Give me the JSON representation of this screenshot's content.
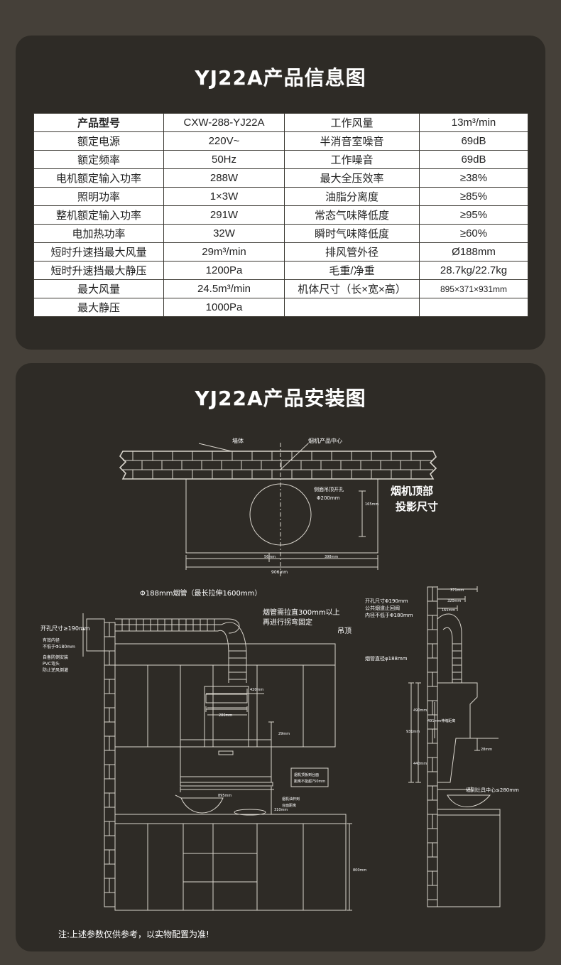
{
  "info": {
    "title": "YJ22A产品信息图",
    "table": [
      [
        "产品型号",
        "CXW-288-YJ22A",
        "工作风量",
        "13m³/min"
      ],
      [
        "额定电源",
        "220V~",
        "半消音室噪音",
        "69dB"
      ],
      [
        "额定频率",
        "50Hz",
        "工作噪音",
        "69dB"
      ],
      [
        "电机额定输入功率",
        "288W",
        "最大全压效率",
        "≥38%"
      ],
      [
        "照明功率",
        "1×3W",
        "油脂分离度",
        "≥85%"
      ],
      [
        "整机额定输入功率",
        "291W",
        "常态气味降低度",
        "≥95%"
      ],
      [
        "电加热功率",
        "32W",
        "瞬时气味降低度",
        "≥60%"
      ],
      [
        "短时升速挡最大风量",
        "29m³/min",
        "排风管外径",
        "Ø188mm"
      ],
      [
        "短时升速挡最大静压",
        "1200Pa",
        "毛重/净重",
        "28.7kg/22.7kg"
      ],
      [
        "最大风量",
        "24.5m³/min",
        "机体尺寸（长×宽×高）",
        "895×371×931mm"
      ],
      [
        "最大静压",
        "1000Pa",
        "",
        ""
      ]
    ]
  },
  "install": {
    "title": "YJ22A产品安装图",
    "top_view": {
      "wall": "墙体",
      "center": "烟机产品中心",
      "hole1": "侧面吊顶开孔",
      "hole2": "Φ200mm",
      "proj1": "烟机顶部",
      "proj2": "投影尺寸",
      "d165": "165mm",
      "d56": "56mm",
      "d398": "398mm",
      "d906": "906mm"
    },
    "front_view": {
      "duct": "Φ188mm烟管（最长拉伸1600mm）",
      "hole": "开孔尺寸≥190mm",
      "inner1": "有效内径",
      "inner2": "不低于Φ180mm",
      "check1": "自备防倒安装",
      "check2": "PVC弯头",
      "check3": "防止逆风倒灌",
      "pull1": "烟管需拉直300mm以上",
      "pull2": "再进行拐弯固定",
      "ceiling": "吊顶",
      "d420": "420mm",
      "d280": "280mm",
      "d29": "29mm",
      "d895": "895mm",
      "box1": "烟机顶板到台面",
      "box2": "距离不能超750mm",
      "d310": "310mm",
      "n1": "烟机油杯到",
      "n2": "台面距离",
      "d800": "800mm"
    },
    "side_view": {
      "hole": "开孔尺寸Φ190mm",
      "check": "公共烟道止回阀",
      "inner": "内径不低于Φ180mm",
      "duct": "烟管直径φ188mm",
      "d371": "371mm",
      "d320": "320mm",
      "d165": "165mm",
      "d490": "490mm",
      "d440": "440mm",
      "d931": "931mm",
      "vert": "491mm伸缩距离",
      "d28": "28mm",
      "wallc": "墙到灶具中心≤280mm"
    },
    "note": "注:上述参数仅供参考，以实物配置为准!"
  }
}
